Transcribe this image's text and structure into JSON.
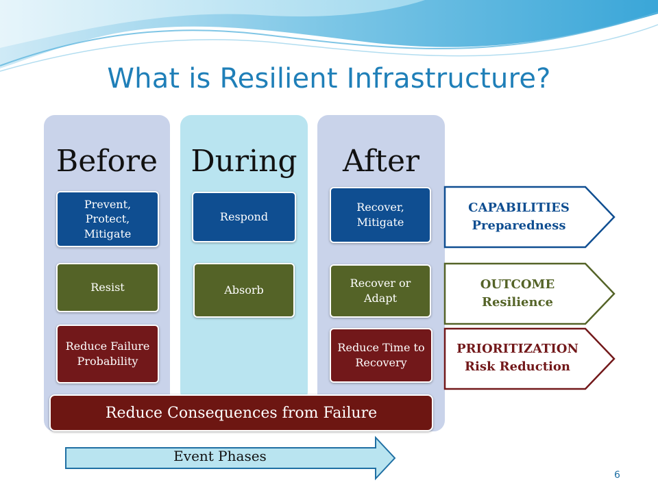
{
  "title": "What is Resilient Infrastructure?",
  "phases": {
    "before": {
      "heading": "Before",
      "boxes": [
        "Prevent, Protect, Mitigate",
        "Resist",
        "Reduce Failure Probability"
      ]
    },
    "during": {
      "heading": "During",
      "boxes": [
        "Respond",
        "Absorb"
      ]
    },
    "after": {
      "heading": "After",
      "boxes": [
        "Recover, Mitigate",
        "Recover or Adapt",
        "Reduce Time to Recovery"
      ]
    }
  },
  "consequences": "Reduce Consequences from Failure",
  "arrows": {
    "capabilities": {
      "line1": "CAPABILITIES",
      "line2": "Preparedness"
    },
    "outcome": {
      "line1": "OUTCOME",
      "line2": "Resilience"
    },
    "prioritization": {
      "line1": "PRIORITIZATION",
      "line2": "Risk Reduction"
    }
  },
  "event_phases": "Event Phases",
  "page_number": "6",
  "colors": {
    "title": "#1f7fb8",
    "blue": "#0f4e91",
    "green": "#546327",
    "red": "#72181a",
    "column_light": "#c9d3ea",
    "column_cyan": "#b9e4f0"
  }
}
